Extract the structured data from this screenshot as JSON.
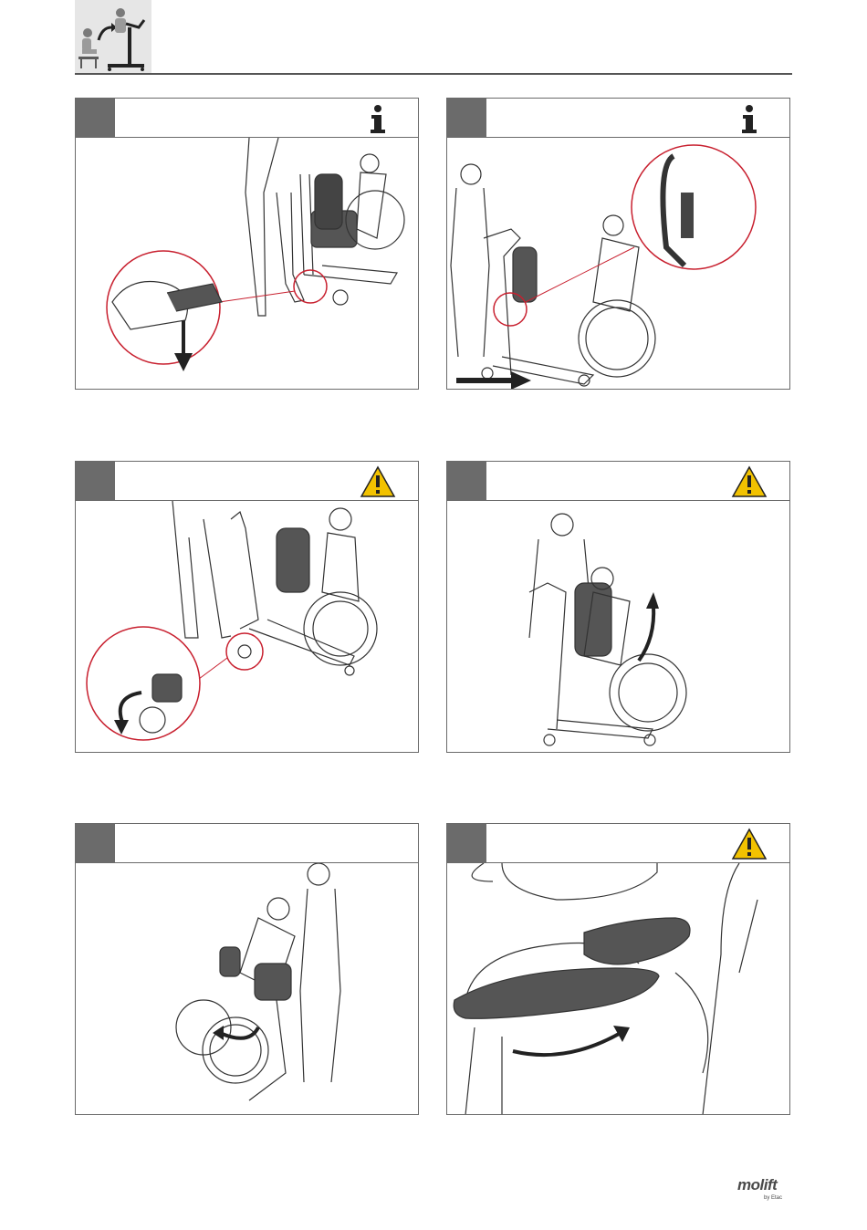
{
  "header": {
    "icon": "patient-transfer-icon"
  },
  "panels": [
    {
      "id": "p1",
      "badge": "info-icon"
    },
    {
      "id": "p2",
      "badge": "info-icon"
    },
    {
      "id": "p3",
      "badge": "warning-icon"
    },
    {
      "id": "p4",
      "badge": "warning-icon"
    },
    {
      "id": "p5",
      "badge": ""
    },
    {
      "id": "p6",
      "badge": "warning-icon"
    }
  ],
  "logo": {
    "brand": "molift",
    "sub": "by Etac"
  },
  "colors": {
    "step_box": "#6b6b6b",
    "callout_circle": "#c8202f",
    "warning_yellow": "#f2c200",
    "frame": "#6a6a6a"
  }
}
